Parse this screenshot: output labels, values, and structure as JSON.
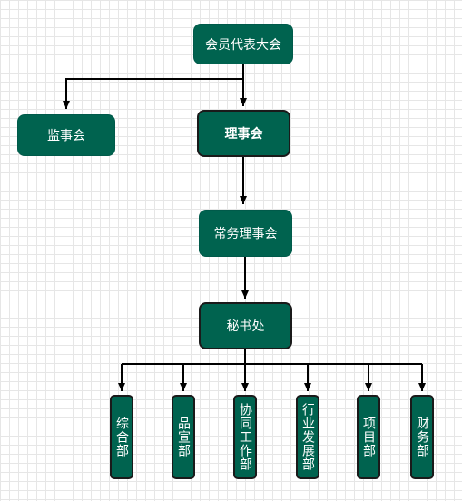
{
  "colors": {
    "node_fill": "#00634f",
    "edge": "#000000",
    "grid": "#e6e6e6"
  },
  "nodes": {
    "congress": "会员代表大会",
    "supervisory": "监事会",
    "council": "理事会",
    "standing": "常务理事会",
    "secretariat": "秘书处",
    "departments": [
      "综合部",
      "品宣部",
      "协同工作部",
      "行业发展部",
      "项目部",
      "财务部"
    ]
  }
}
